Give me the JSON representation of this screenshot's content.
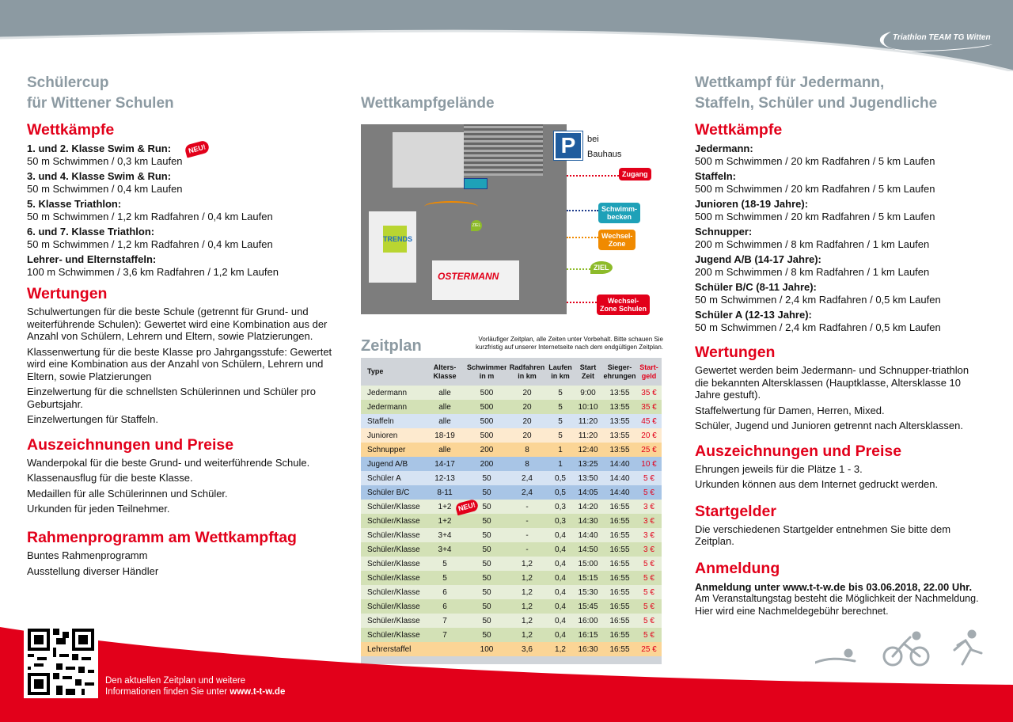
{
  "logo": {
    "text": "Triathlon TEAM TG Witten"
  },
  "left": {
    "title1": "Schülercup",
    "title2": "für Wittener Schulen",
    "wettkaempfe": {
      "heading": "Wettkämpfe",
      "items": [
        {
          "title": "1. und 2. Klasse Swim & Run:",
          "detail": "50 m Schwimmen / 0,3 km Laufen",
          "badge": "NEU!"
        },
        {
          "title": "3. und 4. Klasse Swim & Run:",
          "detail": "50 m Schwimmen / 0,4 km Laufen"
        },
        {
          "title": "5. Klasse Triathlon:",
          "detail": "50 m Schwimmen / 1,2 km Radfahren / 0,4 km Laufen"
        },
        {
          "title": "6. und 7. Klasse Triathlon:",
          "detail": "50 m Schwimmen / 1,2 km Radfahren / 0,4 km Laufen"
        },
        {
          "title": "Lehrer- und Elternstaffeln:",
          "detail": "100 m Schwimmen / 3,6 km Radfahren / 1,2 km Laufen"
        }
      ]
    },
    "wertungen": {
      "heading": "Wertungen",
      "paras": [
        "Schulwertungen für die beste Schule (getrennt für Grund- und weiterführende Schulen): Gewertet wird eine Kombination aus der Anzahl von Schülern, Lehrern und Eltern, sowie Platzierungen.",
        "Klassenwertung für die beste Klasse pro Jahrgangsstufe: Gewertet wird eine Kombination aus der Anzahl von Schülern, Lehrern und Eltern, sowie Platzierungen",
        "Einzelwertung für die schnellsten Schülerinnen und Schüler pro Geburtsjahr.",
        "Einzelwertungen für Staffeln."
      ]
    },
    "preise": {
      "heading": "Auszeichnungen und Preise",
      "paras": [
        "Wanderpokal für die beste Grund- und weiterführende Schule.",
        "Klassenausflug für die beste Klasse.",
        "Medaillen für alle Schülerinnen und Schüler.",
        "Urkunden für jeden Teilnehmer."
      ]
    },
    "rahmen": {
      "heading": "Rahmenprogramm am Wettkampftag",
      "paras": [
        "Buntes Rahmenprogramm",
        "Ausstellung diverser Händler"
      ]
    }
  },
  "middle": {
    "title": "Wettkampfgelände",
    "map": {
      "parking_line1": "bei",
      "parking_line2": "Bauhaus",
      "parking_icon": "P",
      "store1": "TRENDS",
      "store2": "OSTERMANN",
      "ziel_marker": "ZIEL",
      "legend": [
        {
          "label": "Zugang",
          "color": "#e2001a"
        },
        {
          "label": "Schwimm-\nbecken",
          "color": "#1ea1b8"
        },
        {
          "label": "Wechsel-\nZone",
          "color": "#f08a00"
        },
        {
          "label": "ZIEL",
          "color": "#8dbb2a"
        },
        {
          "label": "Wechsel-\nZone Schulen",
          "color": "#e2001a"
        }
      ]
    },
    "zeitplan": {
      "title": "Zeitplan",
      "note": "Vorläufiger Zeitplan, alle Zeiten unter Vorbehalt. Bitte schauen Sie kurzfristig auf unserer Internetseite nach dem endgültigen Zeitplan.",
      "headers": [
        "Type",
        "Alters-\nKlasse",
        "Schwimmen\nin m",
        "Radfahren\nin km",
        "Laufen\nin km",
        "Start\nZeit",
        "Sieger-\nehrungen",
        "Start-\ngeld"
      ],
      "badge": "NEU!",
      "rows": [
        {
          "c": [
            "Jedermann",
            "alle",
            "500",
            "20",
            "5",
            "9:00",
            "13:55",
            "35 €"
          ],
          "bg": "#e7eed9"
        },
        {
          "c": [
            "Jedermann",
            "alle",
            "500",
            "20",
            "5",
            "10:10",
            "13:55",
            "35 €"
          ],
          "bg": "#d3e1b6"
        },
        {
          "c": [
            "Staffeln",
            "alle",
            "500",
            "20",
            "5",
            "11:20",
            "13:55",
            "45 €"
          ],
          "bg": "#d6e3f3"
        },
        {
          "c": [
            "Junioren",
            "18-19",
            "500",
            "20",
            "5",
            "11:20",
            "13:55",
            "20 €"
          ],
          "bg": "#fdeacf"
        },
        {
          "c": [
            "Schnupper",
            "alle",
            "200",
            "8",
            "1",
            "12:40",
            "13:55",
            "25 €"
          ],
          "bg": "#fbd596"
        },
        {
          "c": [
            "Jugend A/B",
            "14-17",
            "200",
            "8",
            "1",
            "13:25",
            "14:40",
            "10 €"
          ],
          "bg": "#a8c5e6"
        },
        {
          "c": [
            "Schüler A",
            "12-13",
            "50",
            "2,4",
            "0,5",
            "13:50",
            "14:40",
            "5 €"
          ],
          "bg": "#d6e3f3"
        },
        {
          "c": [
            "Schüler B/C",
            "8-11",
            "50",
            "2,4",
            "0,5",
            "14:05",
            "14:40",
            "5 €"
          ],
          "bg": "#a8c5e6"
        },
        {
          "c": [
            "Schüler/Klasse",
            "1+2",
            "50",
            "-",
            "0,3",
            "14:20",
            "16:55",
            "3 €"
          ],
          "bg": "#e7eed9"
        },
        {
          "c": [
            "Schüler/Klasse",
            "1+2",
            "50",
            "-",
            "0,3",
            "14:30",
            "16:55",
            "3 €"
          ],
          "bg": "#d3e1b6"
        },
        {
          "c": [
            "Schüler/Klasse",
            "3+4",
            "50",
            "-",
            "0,4",
            "14:40",
            "16:55",
            "3 €"
          ],
          "bg": "#e7eed9"
        },
        {
          "c": [
            "Schüler/Klasse",
            "3+4",
            "50",
            "-",
            "0,4",
            "14:50",
            "16:55",
            "3 €"
          ],
          "bg": "#d3e1b6"
        },
        {
          "c": [
            "Schüler/Klasse",
            "5",
            "50",
            "1,2",
            "0,4",
            "15:00",
            "16:55",
            "5 €"
          ],
          "bg": "#e7eed9"
        },
        {
          "c": [
            "Schüler/Klasse",
            "5",
            "50",
            "1,2",
            "0,4",
            "15:15",
            "16:55",
            "5 €"
          ],
          "bg": "#d3e1b6"
        },
        {
          "c": [
            "Schüler/Klasse",
            "6",
            "50",
            "1,2",
            "0,4",
            "15:30",
            "16:55",
            "5 €"
          ],
          "bg": "#e7eed9"
        },
        {
          "c": [
            "Schüler/Klasse",
            "6",
            "50",
            "1,2",
            "0,4",
            "15:45",
            "16:55",
            "5 €"
          ],
          "bg": "#d3e1b6"
        },
        {
          "c": [
            "Schüler/Klasse",
            "7",
            "50",
            "1,2",
            "0,4",
            "16:00",
            "16:55",
            "5 €"
          ],
          "bg": "#e7eed9"
        },
        {
          "c": [
            "Schüler/Klasse",
            "7",
            "50",
            "1,2",
            "0,4",
            "16:15",
            "16:55",
            "5 €"
          ],
          "bg": "#d3e1b6"
        },
        {
          "c": [
            "Lehrerstaffel",
            "",
            "100",
            "3,6",
            "1,2",
            "16:30",
            "16:55",
            "25 €"
          ],
          "bg": "#fbd596"
        }
      ]
    }
  },
  "right": {
    "title1": "Wettkampf für Jedermann,",
    "title2": "Staffeln, Schüler und Jugendliche",
    "wettkaempfe": {
      "heading": "Wettkämpfe",
      "items": [
        {
          "title": "Jedermann:",
          "detail": "500 m Schwimmen / 20 km Radfahren / 5 km Laufen"
        },
        {
          "title": "Staffeln:",
          "detail": "500 m Schwimmen / 20 km Radfahren / 5 km Laufen"
        },
        {
          "title": "Junioren (18-19 Jahre):",
          "detail": "500 m Schwimmen / 20 km Radfahren / 5 km Laufen"
        },
        {
          "title": "Schnupper:",
          "detail": "200 m Schwimmen / 8 km Radfahren / 1 km Laufen"
        },
        {
          "title": "Jugend A/B (14-17 Jahre):",
          "detail": "200 m Schwimmen / 8 km Radfahren / 1 km Laufen"
        },
        {
          "title": "Schüler B/C (8-11 Jahre):",
          "detail": "50 m Schwimmen / 2,4 km Radfahren / 0,5 km Laufen"
        },
        {
          "title": "Schüler A (12-13 Jahre):",
          "detail": "50 m Schwimmen / 2,4 km Radfahren / 0,5 km Laufen"
        }
      ]
    },
    "wertungen": {
      "heading": "Wertungen",
      "paras": [
        "Gewertet werden beim Jedermann- und Schnupper-triathlon die bekannten Altersklassen (Hauptklasse, Altersklasse 10 Jahre gestuft).",
        "Staffelwertung für Damen, Herren, Mixed.",
        "Schüler, Jugend und Junioren getrennt nach Altersklassen."
      ]
    },
    "preise": {
      "heading": "Auszeichnungen und Preise",
      "paras": [
        "Ehrungen jeweils für die Plätze 1 - 3.",
        "Urkunden können aus dem Internet gedruckt werden."
      ]
    },
    "startgelder": {
      "heading": "Startgelder",
      "paras": [
        "Die verschiedenen Startgelder entnehmen Sie bitte dem Zeitplan."
      ]
    },
    "anmeldung": {
      "heading": "Anmeldung",
      "bold": "Anmeldung unter www.t-t-w.de bis 03.06.2018, 22.00 Uhr.",
      "text": "Am Veranstaltungstag besteht die Möglichkeit der Nachmeldung. Hier wird eine Nachmeldegebühr berechnet."
    }
  },
  "footer": {
    "line1": "Den aktuellen Zeitplan und weitere",
    "line2_prefix": "Informationen finden Sie unter ",
    "url": "www.t-t-w.de"
  },
  "colors": {
    "red": "#e2001a",
    "gray": "#8c9aa2"
  }
}
